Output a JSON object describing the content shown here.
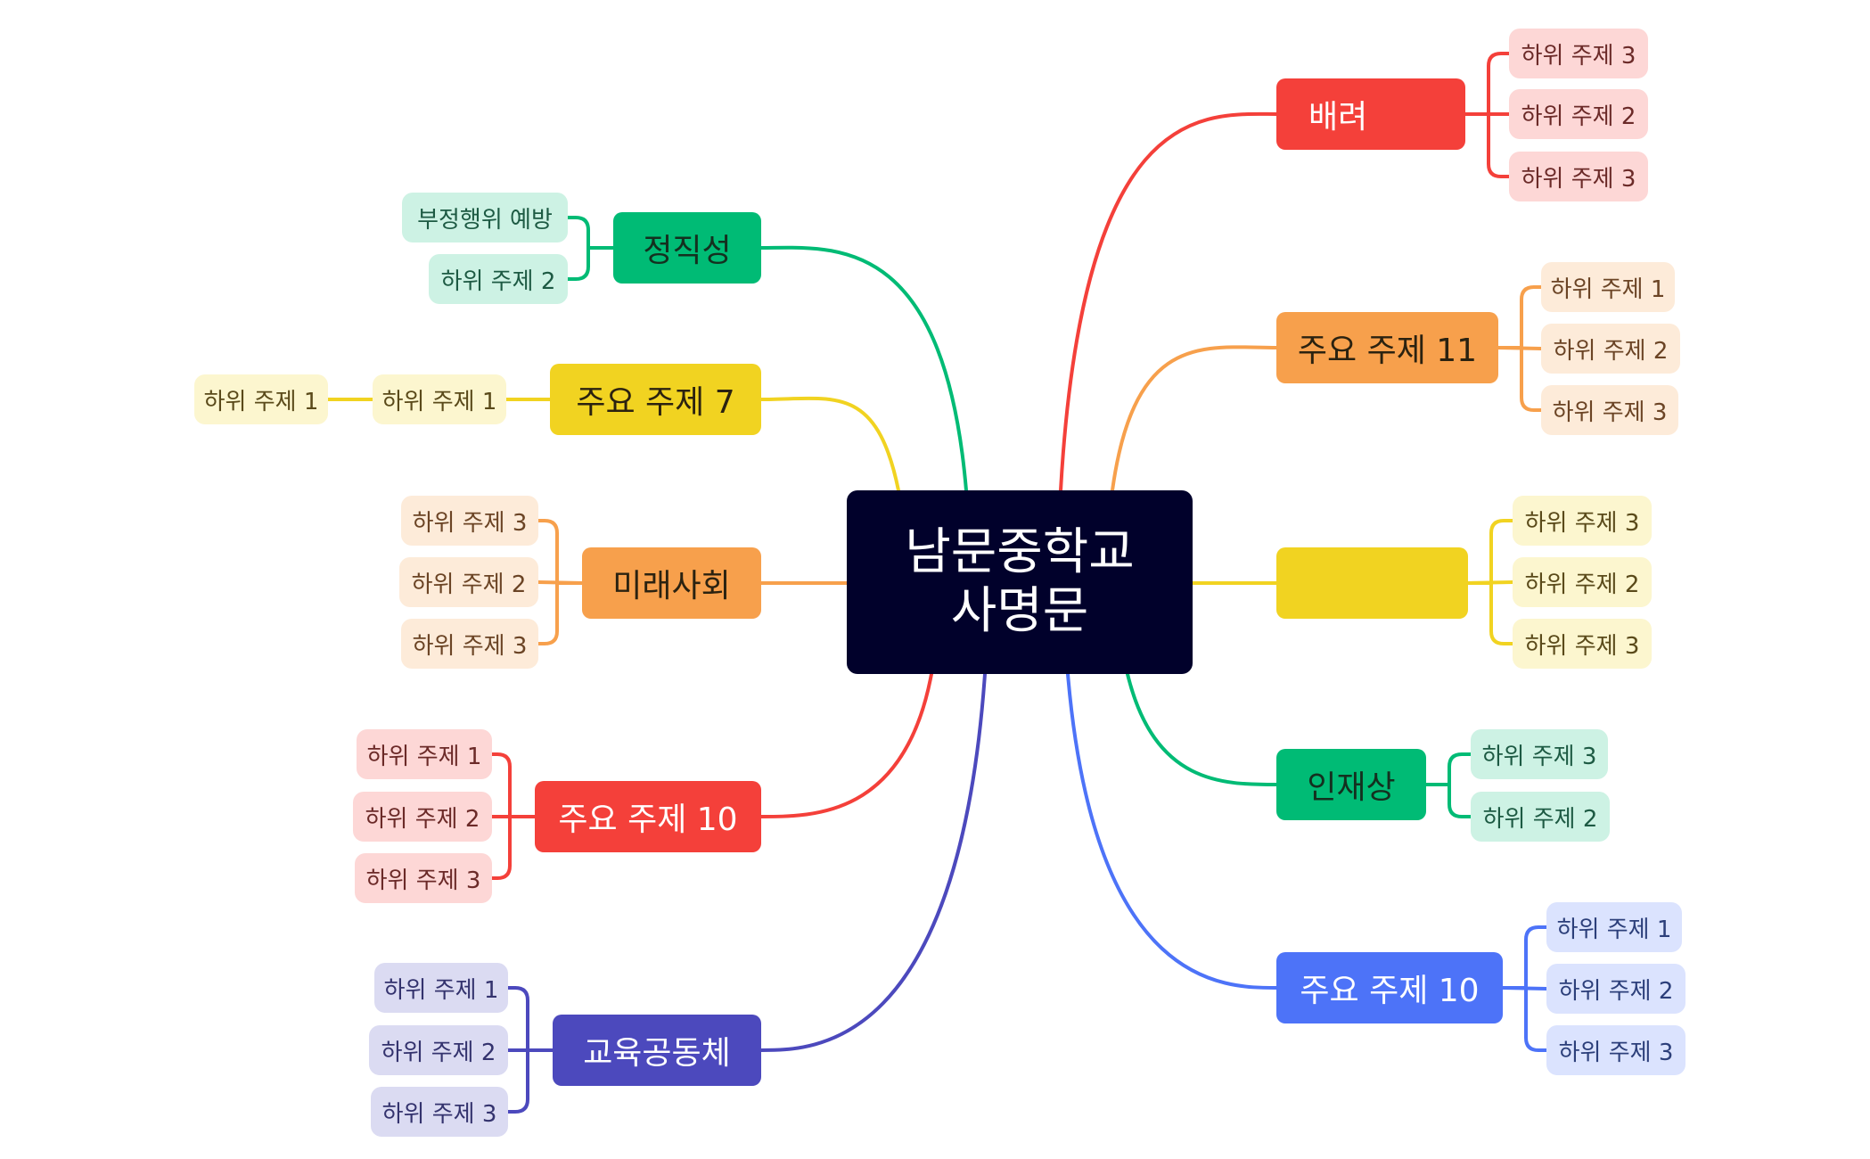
{
  "center": {
    "line1": "남문중학교",
    "line2": "사명문"
  },
  "colors": {
    "red": "#f4403a",
    "orange": "#f7a04c",
    "yellow": "#f1d321",
    "green": "#00bb75",
    "blue": "#4d73f8",
    "indigo": "#4c49bd",
    "red_light": "#fdd7d6",
    "orange_light": "#fdebd9",
    "yellow_light": "#fcf6cf",
    "green_light": "#cdf2e4",
    "blue_light": "#dbe3fe",
    "indigo_light": "#dbdbf2",
    "center_bg": "#01012b"
  },
  "left_branches": [
    {
      "label": "정직성",
      "color": "green",
      "subs": [
        "부정행위 예방",
        "하위 주제 2"
      ]
    },
    {
      "label": "주요 주제 7",
      "color": "yellow",
      "subs": [
        "하위 주제 1"
      ],
      "subsub": "하위 주제 1"
    },
    {
      "label": "미래사회",
      "color": "orange",
      "subs": [
        "하위 주제 3",
        "하위 주제 2",
        "하위 주제 3"
      ]
    },
    {
      "label": "주요 주제 10",
      "color": "red",
      "subs": [
        "하위 주제 1",
        "하위 주제 2",
        "하위 주제 3"
      ]
    },
    {
      "label": "교육공동체",
      "color": "indigo",
      "subs": [
        "하위 주제 1",
        "하위 주제 2",
        "하위 주제 3"
      ]
    }
  ],
  "right_branches": [
    {
      "label": "배려",
      "color": "red",
      "subs": [
        "하위 주제 3",
        "하위 주제 2",
        "하위 주제 3"
      ]
    },
    {
      "label": "주요 주제 11",
      "color": "orange",
      "subs": [
        "하위 주제 1",
        "하위 주제 2",
        "하위 주제 3"
      ]
    },
    {
      "label": "",
      "color": "yellow",
      "subs": [
        "하위 주제 3",
        "하위 주제 2",
        "하위 주제 3"
      ]
    },
    {
      "label": "인재상",
      "color": "green",
      "subs": [
        "하위 주제 3",
        "하위 주제 2"
      ]
    },
    {
      "label": "주요 주제 10",
      "color": "blue",
      "subs": [
        "하위 주제 1",
        "하위 주제 2",
        "하위 주제 3"
      ]
    }
  ]
}
